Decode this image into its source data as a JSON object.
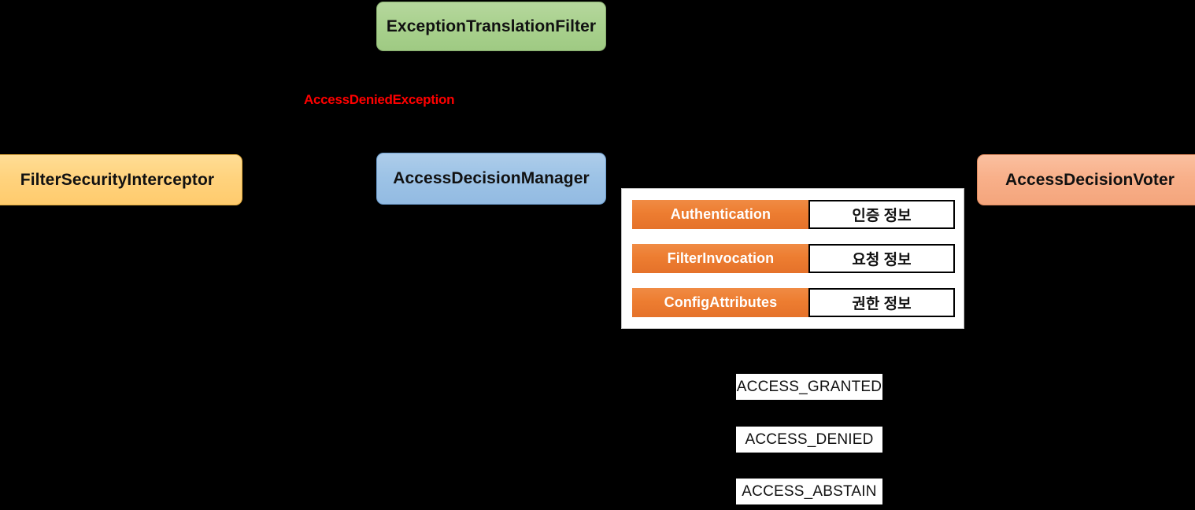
{
  "diagram": {
    "background_color": "#000000",
    "nodes": [
      {
        "id": "exception-translation-filter",
        "label": "ExceptionTranslationFilter",
        "color": "#a9d18e"
      },
      {
        "id": "filter-security-interceptor",
        "label": "FilterSecurityInterceptor",
        "color": "#ffd37e"
      },
      {
        "id": "access-decision-manager",
        "label": "AccessDecisionManager",
        "color": "#9dc3e6"
      },
      {
        "id": "access-decision-voter",
        "label": "AccessDecisionVoter",
        "color": "#f8b08a"
      }
    ],
    "exception_label": {
      "text": "AccessDeniedException",
      "color": "#ff0000"
    },
    "detail_panel": {
      "accent_color": "#ed7d31",
      "rows": [
        {
          "key": "Authentication",
          "value": "인증 정보"
        },
        {
          "key": "FilterInvocation",
          "value": "요청 정보"
        },
        {
          "key": "ConfigAttributes",
          "value": "권한 정보"
        }
      ]
    },
    "access_results": [
      {
        "id": "access-granted",
        "label": "ACCESS_GRANTED"
      },
      {
        "id": "access-denied",
        "label": "ACCESS_DENIED"
      },
      {
        "id": "access-abstain",
        "label": "ACCESS_ABSTAIN"
      }
    ]
  }
}
